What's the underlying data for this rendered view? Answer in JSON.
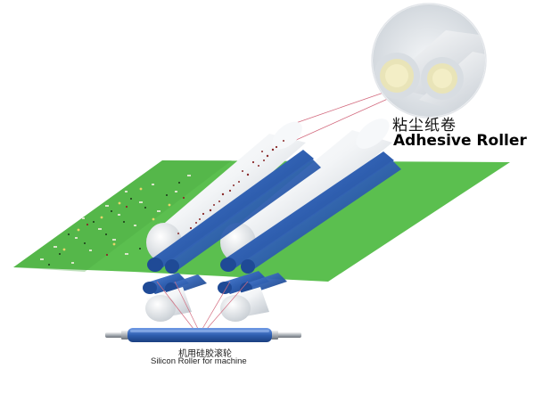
{
  "labels": {
    "adhesive_roller_cn": "粘尘纸卷",
    "adhesive_roller_en": "Adhesive Roller",
    "silicon_roller_cn": "机用硅胶滚轮",
    "silicon_roller_en": "Silicon Roller for machine"
  },
  "colors": {
    "board_green": "#5bbf4f",
    "roller_blue": "#2f5fb0",
    "roller_white": "#eef1f4",
    "dust_red": "#8a2a2a",
    "guide_line": "#d36b7f"
  },
  "icons": [
    "adhesive-roller-closeup",
    "silicon-roller-machine"
  ]
}
